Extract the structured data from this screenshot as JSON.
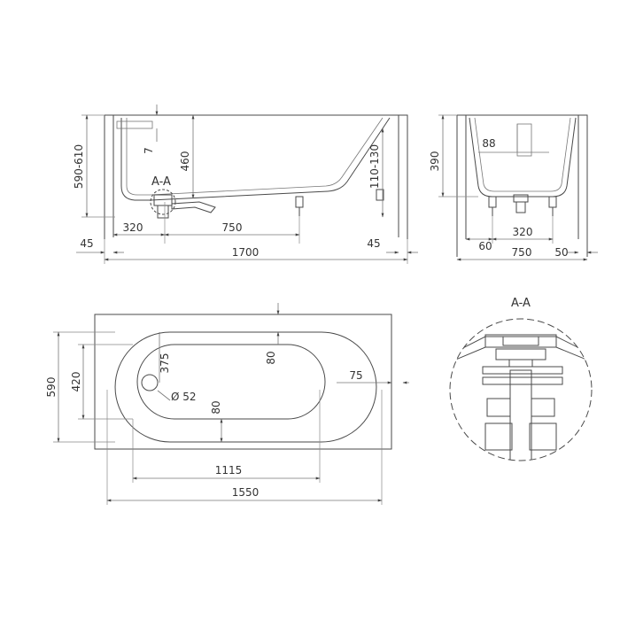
{
  "side_view": {
    "height_label": "590-610",
    "rim_label": "7",
    "depth_label": "460",
    "section_label": "A-A",
    "feet_label": "110-130",
    "offset_left_label": "320",
    "span_label": "750",
    "margin_left_label": "45",
    "margin_right_label": "45",
    "length_label": "1700"
  },
  "end_view": {
    "waste_label": "88",
    "height_label": "390",
    "foot_offset_label": "60",
    "foot_spacing_label": "320",
    "width_label": "750",
    "rim_label": "50"
  },
  "plan_view": {
    "width_label": "590",
    "inner_width_label": "420",
    "drain_offset_label": "375",
    "drain_diameter_label": "Ø 52",
    "rim_top_label": "80",
    "rim_bottom_label": "80",
    "rim_right_label": "75",
    "inner_length_label": "1115",
    "outer_length_label": "1550"
  },
  "detail_view": {
    "title": "A-A"
  }
}
